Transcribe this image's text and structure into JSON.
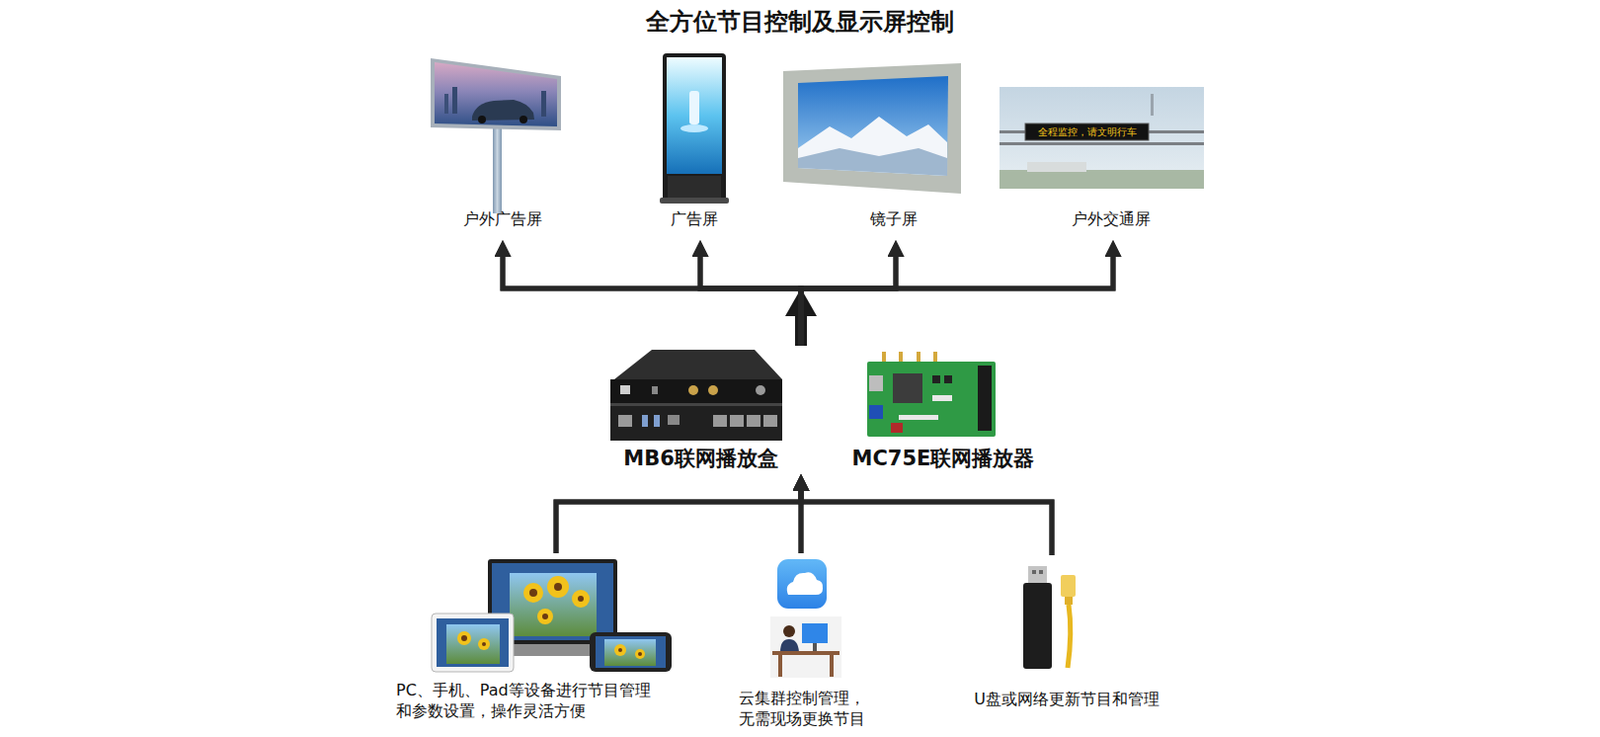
{
  "diagram": {
    "title": "全方位节目控制及显示屏控制",
    "nodes": [
      {
        "text": [
          "户外广告屏"
        ]
      },
      {
        "text": [
          "广告屏"
        ]
      },
      {
        "text": [
          "镜子屏"
        ]
      },
      {
        "text": [
          "户外交通屏"
        ]
      },
      {
        "text": [
          "MB6联网播放盒"
        ]
      },
      {
        "text": [
          "MC75E联网播放器"
        ]
      },
      {
        "text": [
          "PC、手机、Pad等设备进行节目管理 和参数设置，操作灵活方便"
        ]
      },
      {
        "text": [
          "云集群控制管理， 无需现场更换节目"
        ]
      },
      {
        "text": [
          "U盘或网络更新节目和管理"
        ]
      }
    ],
    "edges": [
      {
        "from": 4,
        "to": 0,
        "arrow": "to"
      },
      {
        "from": 4,
        "to": 1,
        "arrow": "to"
      },
      {
        "from": 4,
        "to": 2,
        "arrow": "to"
      },
      {
        "from": 4,
        "to": 3,
        "arrow": "to"
      },
      {
        "from": 5,
        "to": 0,
        "arrow": "to"
      },
      {
        "from": 5,
        "to": 1,
        "arrow": "to"
      },
      {
        "from": 5,
        "to": 2,
        "arrow": "to"
      },
      {
        "from": 5,
        "to": 3,
        "arrow": "to"
      },
      {
        "from": 6,
        "to": 4,
        "arrow": "to"
      },
      {
        "from": 6,
        "to": 5,
        "arrow": "to"
      },
      {
        "from": 7,
        "to": 4,
        "arrow": "to"
      },
      {
        "from": 7,
        "to": 5,
        "arrow": "to"
      },
      {
        "from": 8,
        "to": 4,
        "arrow": "to"
      },
      {
        "from": 8,
        "to": 5,
        "arrow": "to"
      }
    ],
    "labels": [
      "全程监控，请文明行车"
    ]
  }
}
